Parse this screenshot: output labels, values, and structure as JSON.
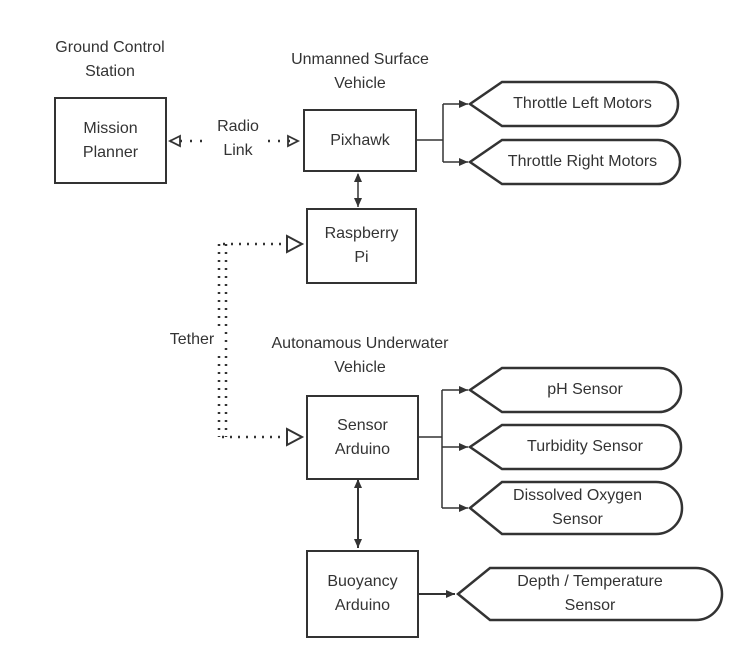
{
  "groups": {
    "ground_control": "Ground Control\nStation",
    "usv": "Unmanned Surface\nVehicle",
    "auv": "Autonamous Underwater\nVehicle"
  },
  "nodes": {
    "mission_planner": "Mission\nPlanner",
    "pixhawk": "Pixhawk",
    "raspberry_pi": "Raspberry\nPi",
    "sensor_arduino": "Sensor\nArduino",
    "buoyancy_arduino": "Buoyancy\nArduino"
  },
  "links": {
    "radio": "Radio\nLink",
    "tether": "Tether"
  },
  "outputs": {
    "throttle_left": "Throttle Left Motors",
    "throttle_right": "Throttle Right Motors",
    "ph": "pH Sensor",
    "turbidity": "Turbidity Sensor",
    "dissolved_oxygen": "Dissolved Oxygen\nSensor",
    "depth_temp": "Depth / Temperature\nSensor"
  },
  "colors": {
    "stroke": "#333333",
    "text": "#333333",
    "background": "#ffffff"
  }
}
